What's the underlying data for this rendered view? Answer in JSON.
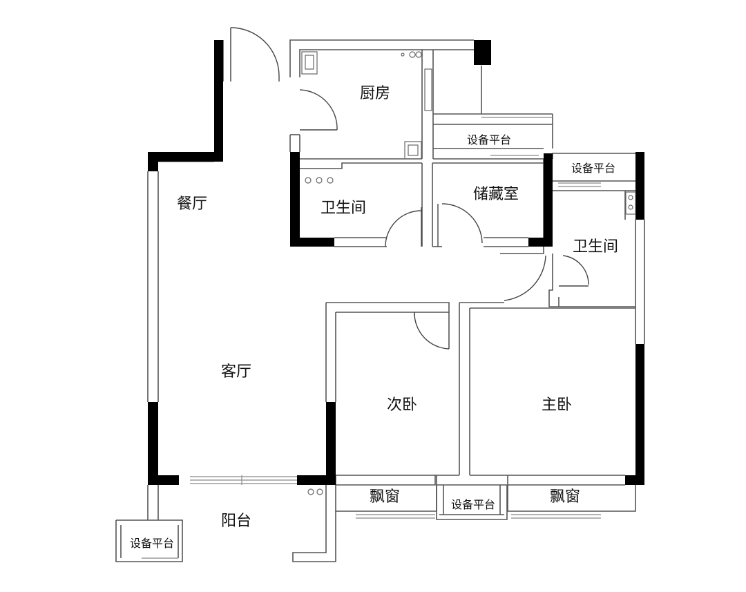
{
  "rooms": {
    "kitchen": "厨房",
    "dining": "餐厅",
    "bath_left": "卫生间",
    "storage": "储藏室",
    "bath_right": "卫生间",
    "living": "客厅",
    "second_bedroom": "次卧",
    "master_bedroom": "主卧",
    "bay_window_left": "飘窗",
    "bay_window_right": "飘窗",
    "balcony": "阳台"
  },
  "platforms": {
    "top": "设备平台",
    "right": "设备平台",
    "bottom_middle": "设备平台",
    "bottom_left": "设备平台"
  }
}
